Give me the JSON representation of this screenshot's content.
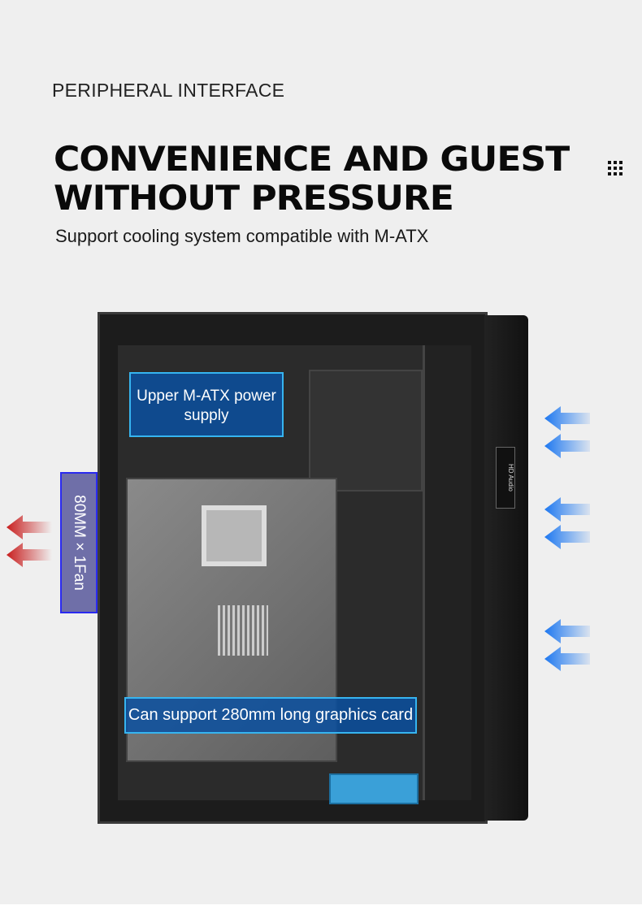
{
  "header": {
    "eyebrow": "PERIPHERAL INTERFACE",
    "headline_line1": "CONVENIENCE AND GUEST",
    "headline_line2": "WITHOUT PRESSURE",
    "subtitle": "Support cooling system compatible with M-ATX"
  },
  "callouts": {
    "psu": "Upper M-ATX power supply",
    "gpu": "Can support 280mm long graphics card",
    "fan": "80MM × 1Fan"
  },
  "front_panel": {
    "badge": "HD Audio"
  },
  "colors": {
    "callout_blue": "#0a50a0",
    "callout_border": "#36b4f0",
    "fan_label": "#6f6fa8",
    "exhaust_arrow": "#c81e1e",
    "intake_arrow": "#1e78f0"
  }
}
